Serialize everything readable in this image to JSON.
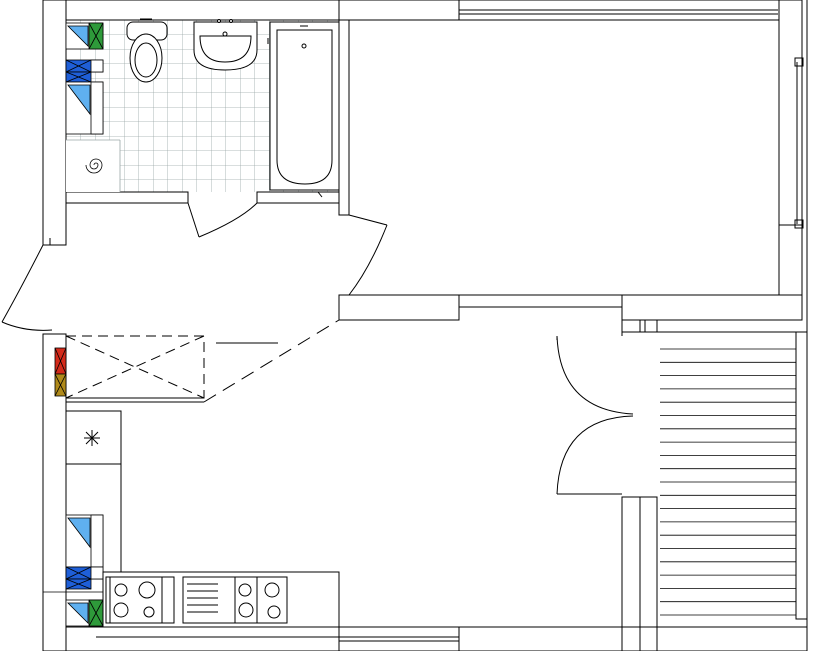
{
  "plan": {
    "colors": {
      "line": "#000000",
      "grid": "#9aa6a6",
      "green": "#2e9a3a",
      "blue": "#1f5fd8",
      "light_blue": "#5fb0f0",
      "red": "#d42a1a",
      "olive": "#b08a1a",
      "background": "#ffffff"
    },
    "rooms": [
      {
        "name": "bathroom"
      },
      {
        "name": "hall"
      },
      {
        "name": "living-room"
      },
      {
        "name": "kitchen"
      },
      {
        "name": "balcony"
      }
    ],
    "fixtures": [
      {
        "name": "toilet-icon"
      },
      {
        "name": "washbasin-icon"
      },
      {
        "name": "bathtub-icon"
      },
      {
        "name": "floor-drain-icon"
      },
      {
        "name": "stove-icon"
      },
      {
        "name": "sink-icon"
      },
      {
        "name": "fan-icon"
      },
      {
        "name": "wardrobe-icon"
      },
      {
        "name": "radiator-icon"
      },
      {
        "name": "electric-panel-icon"
      }
    ]
  }
}
